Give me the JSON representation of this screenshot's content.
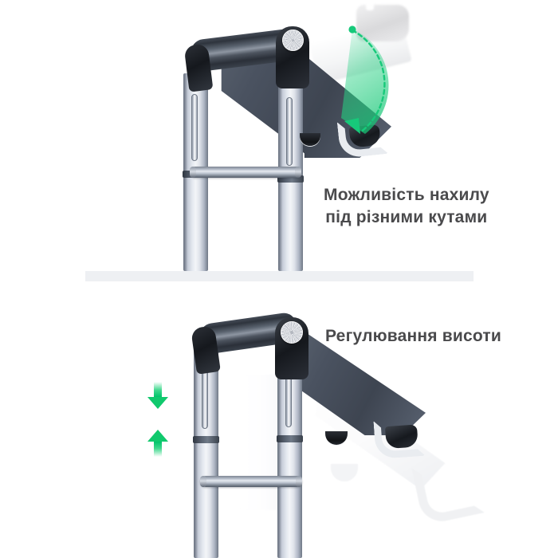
{
  "image": {
    "kind": "product-feature-infographic",
    "subject": "adjustable foldable phone and tablet stand",
    "background_color": "#ffffff",
    "accent_color": "#10c96d",
    "text_color": "#4a4a4c",
    "divider_color": "#eef0f3"
  },
  "panels": [
    {
      "id": "tilt",
      "caption_line_1": "Можливість нахилу",
      "caption_line_2": "під різними кутами",
      "annotation": {
        "type": "rotation-arc",
        "name": "tilt-range-arc",
        "color": "#10c96d",
        "style": "dashed arc with translucent green sweep, dot at start, arrowhead at end"
      },
      "parts": [
        "hinge-knob",
        "top-cross-bar",
        "body-plate",
        "telescoping-leg-left",
        "telescoping-leg-right",
        "cross-brace",
        "cradle-hook",
        "ghost-tilted-position"
      ]
    },
    {
      "id": "height",
      "caption_line_1": "Регулювання висоти",
      "annotation": {
        "type": "updown-arrows",
        "name": "height-adjust-arrows",
        "color": "#10c96d",
        "arrows": [
          "down",
          "up"
        ]
      },
      "parts": [
        "hinge-knob",
        "top-cross-bar",
        "body-plate",
        "telescoping-leg-left",
        "telescoping-leg-right",
        "cross-brace",
        "cradle-hook",
        "ghost-lowered-position"
      ]
    }
  ]
}
